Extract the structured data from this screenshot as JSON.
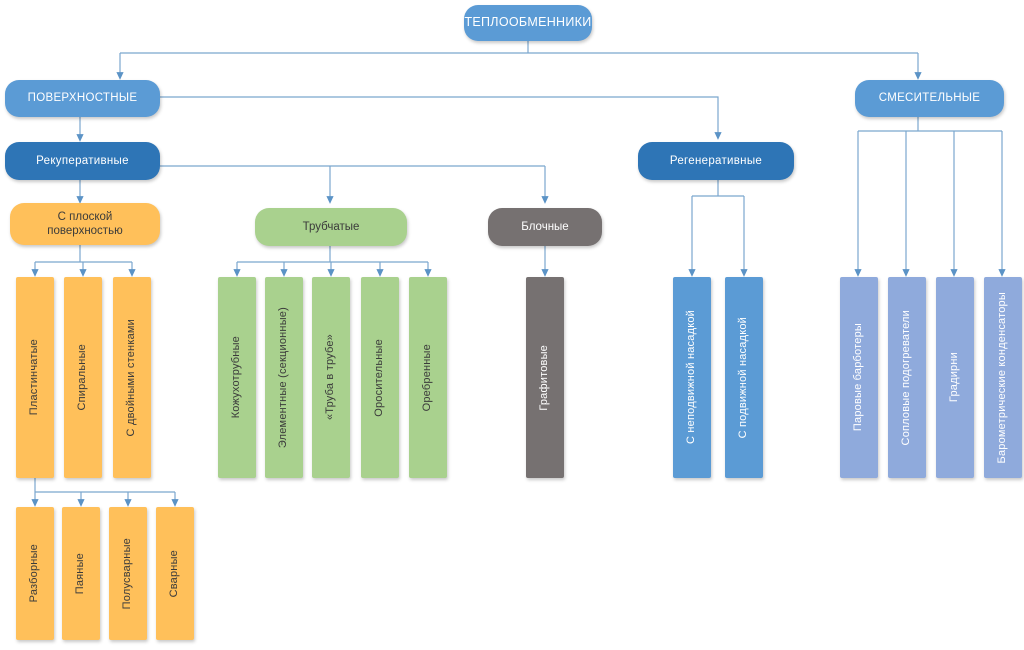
{
  "diagram": {
    "title": "ТЕПЛООБМЕННИКИ",
    "type": "hierarchy-tree",
    "colors": {
      "root": "#5b9bd5",
      "level2": "#5b9bd5",
      "deep_blue": "#2e75b6",
      "orange": "#ffc05a",
      "green": "#a9d18e",
      "gray": "#767171",
      "blue": "#5b9bd5",
      "periwinkle": "#8faadc",
      "connector": "#7ba7ce"
    },
    "root": {
      "label": "ТЕПЛООБМЕННИКИ"
    },
    "level2": [
      {
        "label": "ПОВЕРХНОСТНЫЕ"
      },
      {
        "label": "СМЕСИТЕЛЬНЫЕ"
      }
    ],
    "level3": [
      {
        "label": "Рекуперативные"
      },
      {
        "label": "Регенеративные"
      }
    ],
    "level4": [
      {
        "label": "С плоской\nповерхностью",
        "line1": "С плоской",
        "line2": "поверхностью"
      },
      {
        "label": "Трубчатые"
      },
      {
        "label": "Блочные"
      }
    ],
    "flat_surface_children": [
      {
        "label": "Пластинчатые"
      },
      {
        "label": "Спиральные"
      },
      {
        "label": "С двойными стенками"
      }
    ],
    "plate_children": [
      {
        "label": "Разборные"
      },
      {
        "label": "Паяные"
      },
      {
        "label": "Полусварные"
      },
      {
        "label": "Сварные"
      }
    ],
    "tubular_children": [
      {
        "label": "Кожухотрубные"
      },
      {
        "label": "Элементные (секционные)"
      },
      {
        "label": "«Труба в трубе»"
      },
      {
        "label": "Оросительные"
      },
      {
        "label": "Оребренные"
      }
    ],
    "block_children": [
      {
        "label": "Графитовые"
      }
    ],
    "regenerative_children": [
      {
        "label": "С неподвижной насадкой"
      },
      {
        "label": "С подвижной насадкой"
      }
    ],
    "mixing_children": [
      {
        "label": "Паровые барботеры"
      },
      {
        "label": "Сопловые подогреватели"
      },
      {
        "label": "Градирни"
      },
      {
        "label": "Барометрические конденсаторы"
      }
    ]
  }
}
